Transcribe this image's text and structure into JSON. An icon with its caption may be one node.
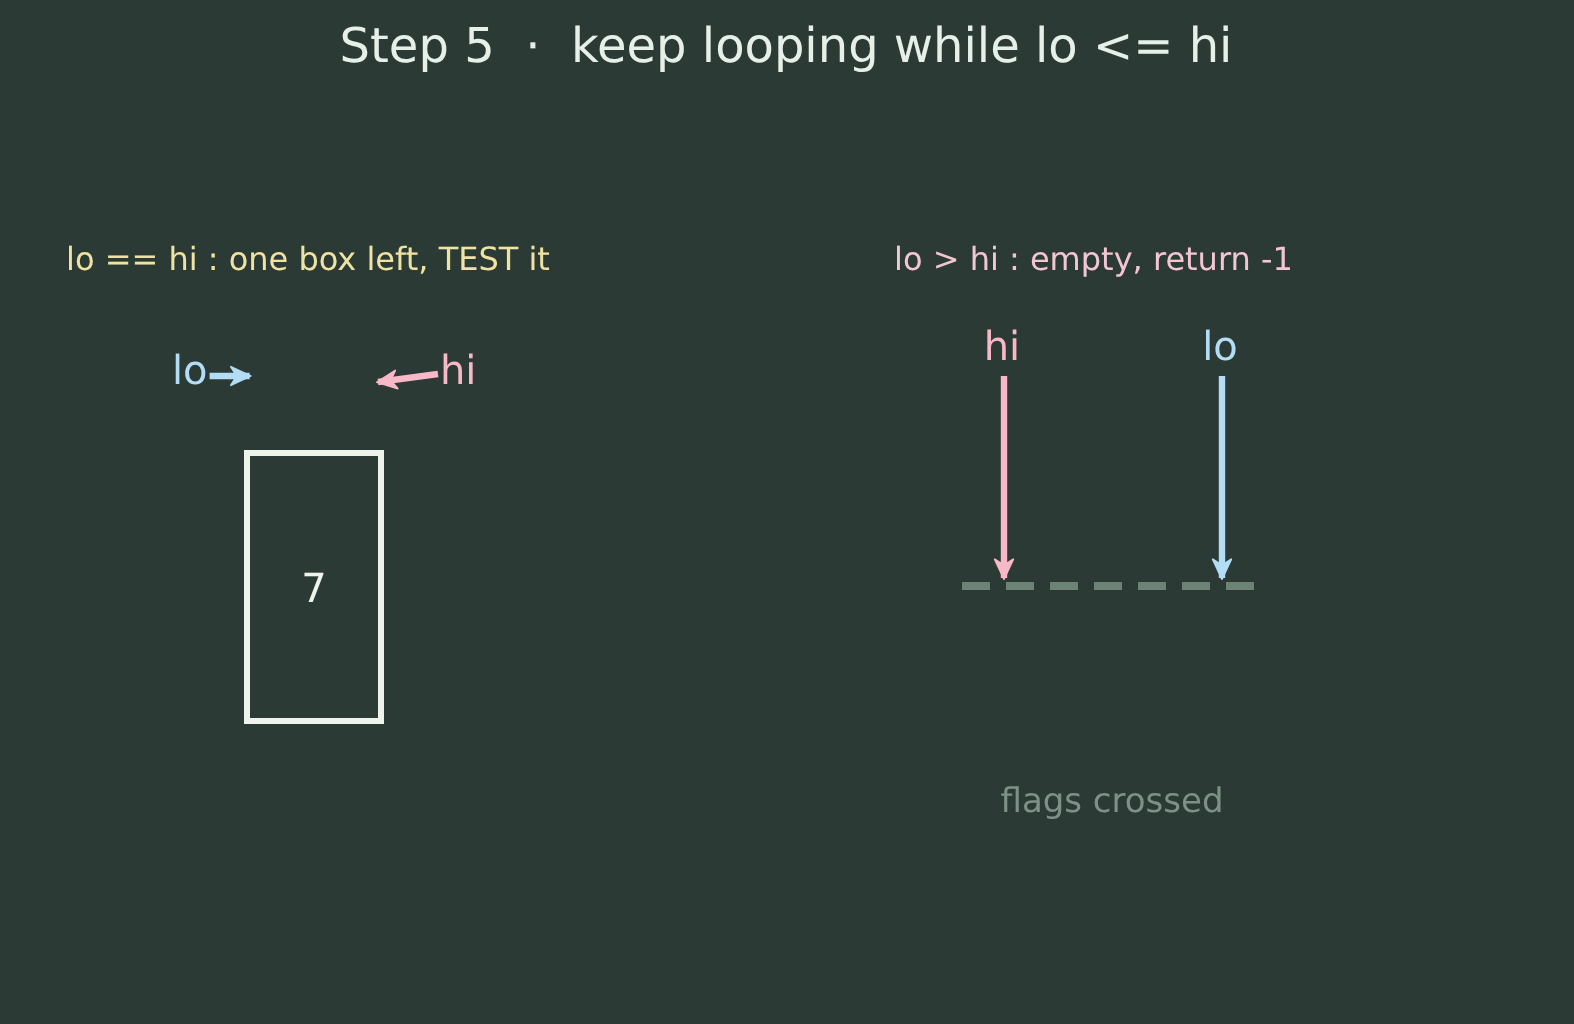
{
  "diagram": {
    "title": "Step 5  ·  keep looping while lo <= hi",
    "nodes": [
      {
        "text": [
          "lo"
        ]
      },
      {
        "text": [
          "hi"
        ]
      },
      {
        "text": [
          "7"
        ]
      },
      {
        "text": [
          "hi"
        ]
      },
      {
        "text": [
          "lo"
        ]
      },
      {
        "text": [],
        "shape": "line"
      }
    ],
    "edges": [
      {
        "from": 0,
        "to": null,
        "arrow": "to",
        "color": "#b3dcf5"
      },
      {
        "from": 1,
        "to": null,
        "arrow": "to",
        "color": "#f7b8c8"
      },
      {
        "from": 3,
        "to": 5,
        "arrow": "to",
        "color": "#f7b8c8"
      },
      {
        "from": 4,
        "to": 5,
        "arrow": "to",
        "color": "#b3dcf5"
      }
    ],
    "labels": [
      "lo == hi : one box left, TEST it",
      "lo > hi : empty, return -1",
      "flags crossed"
    ]
  }
}
